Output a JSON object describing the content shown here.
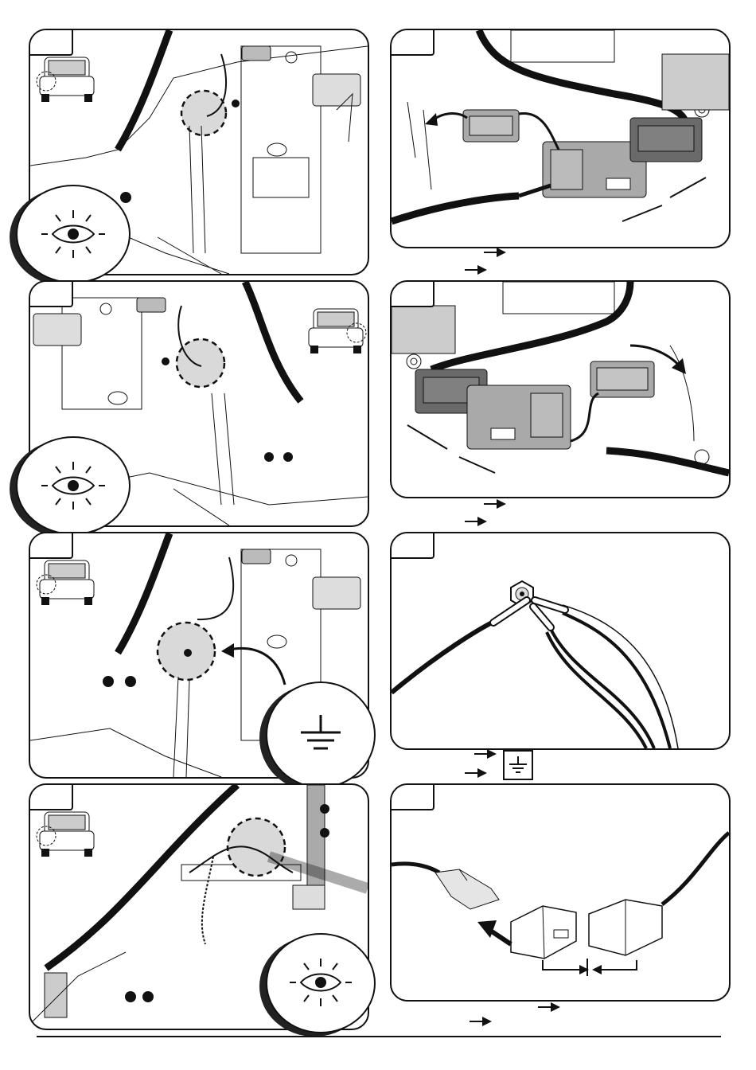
{
  "document": {
    "panels": [
      {
        "id": "step-1",
        "kind": "inspect-left-rear",
        "tab_label": ""
      },
      {
        "id": "step-2",
        "kind": "connector-plug-left",
        "tab_label": ""
      },
      {
        "id": "step-3",
        "kind": "inspect-right-rear",
        "tab_label": ""
      },
      {
        "id": "step-4",
        "kind": "connector-plug-right",
        "tab_label": ""
      },
      {
        "id": "step-5",
        "kind": "ground-point",
        "tab_label": ""
      },
      {
        "id": "step-6",
        "kind": "ground-terminal",
        "tab_label": ""
      },
      {
        "id": "step-7",
        "kind": "inspect-harness",
        "tab_label": ""
      },
      {
        "id": "step-8",
        "kind": "spade-connector",
        "tab_label": ""
      }
    ],
    "icons": {
      "inspect": "eye-icon",
      "ground": "ground-icon",
      "arrow": "arrow-right-icon"
    },
    "colors": {
      "line": "#111111",
      "connector_light": "#a9a9a9",
      "connector_dark": "#6a6a6a",
      "highlight": "#d9d9d9"
    }
  }
}
